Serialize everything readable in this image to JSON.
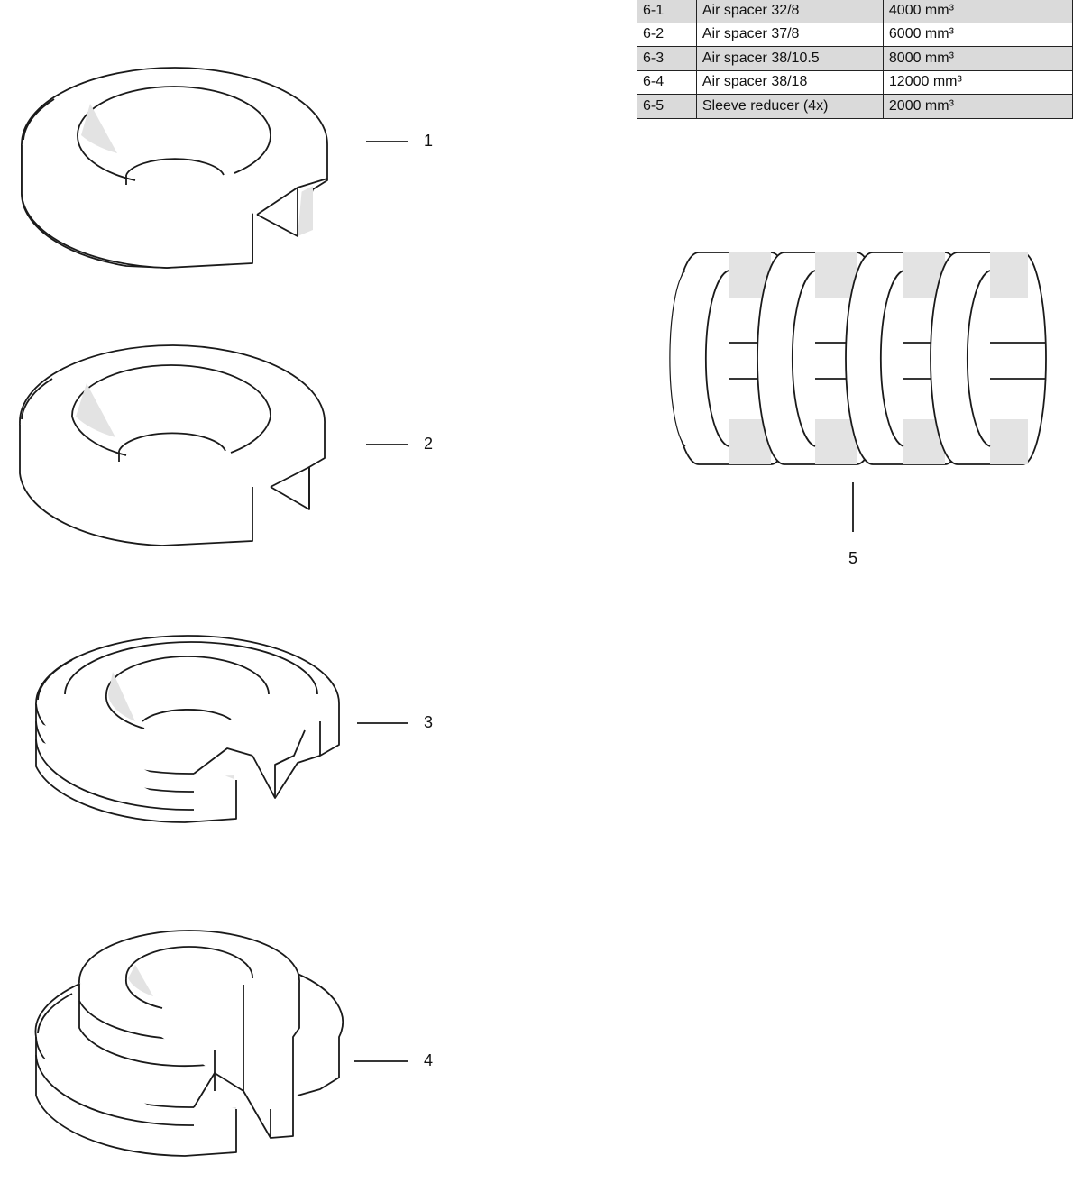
{
  "parts_table": {
    "rows": [
      {
        "id": "6-1",
        "name": "Air spacer 32/8",
        "volume": "4000 mm³"
      },
      {
        "id": "6-2",
        "name": "Air spacer 37/8",
        "volume": "6000 mm³"
      },
      {
        "id": "6-3",
        "name": "Air spacer 38/10.5",
        "volume": "8000 mm³"
      },
      {
        "id": "6-4",
        "name": "Air spacer 38/18",
        "volume": "12000 mm³"
      },
      {
        "id": "6-5",
        "name": "Sleeve reducer (4x)",
        "volume": "2000 mm³"
      }
    ]
  },
  "callouts": {
    "part1": "1",
    "part2": "2",
    "part3": "3",
    "part4": "4",
    "part5": "5"
  }
}
